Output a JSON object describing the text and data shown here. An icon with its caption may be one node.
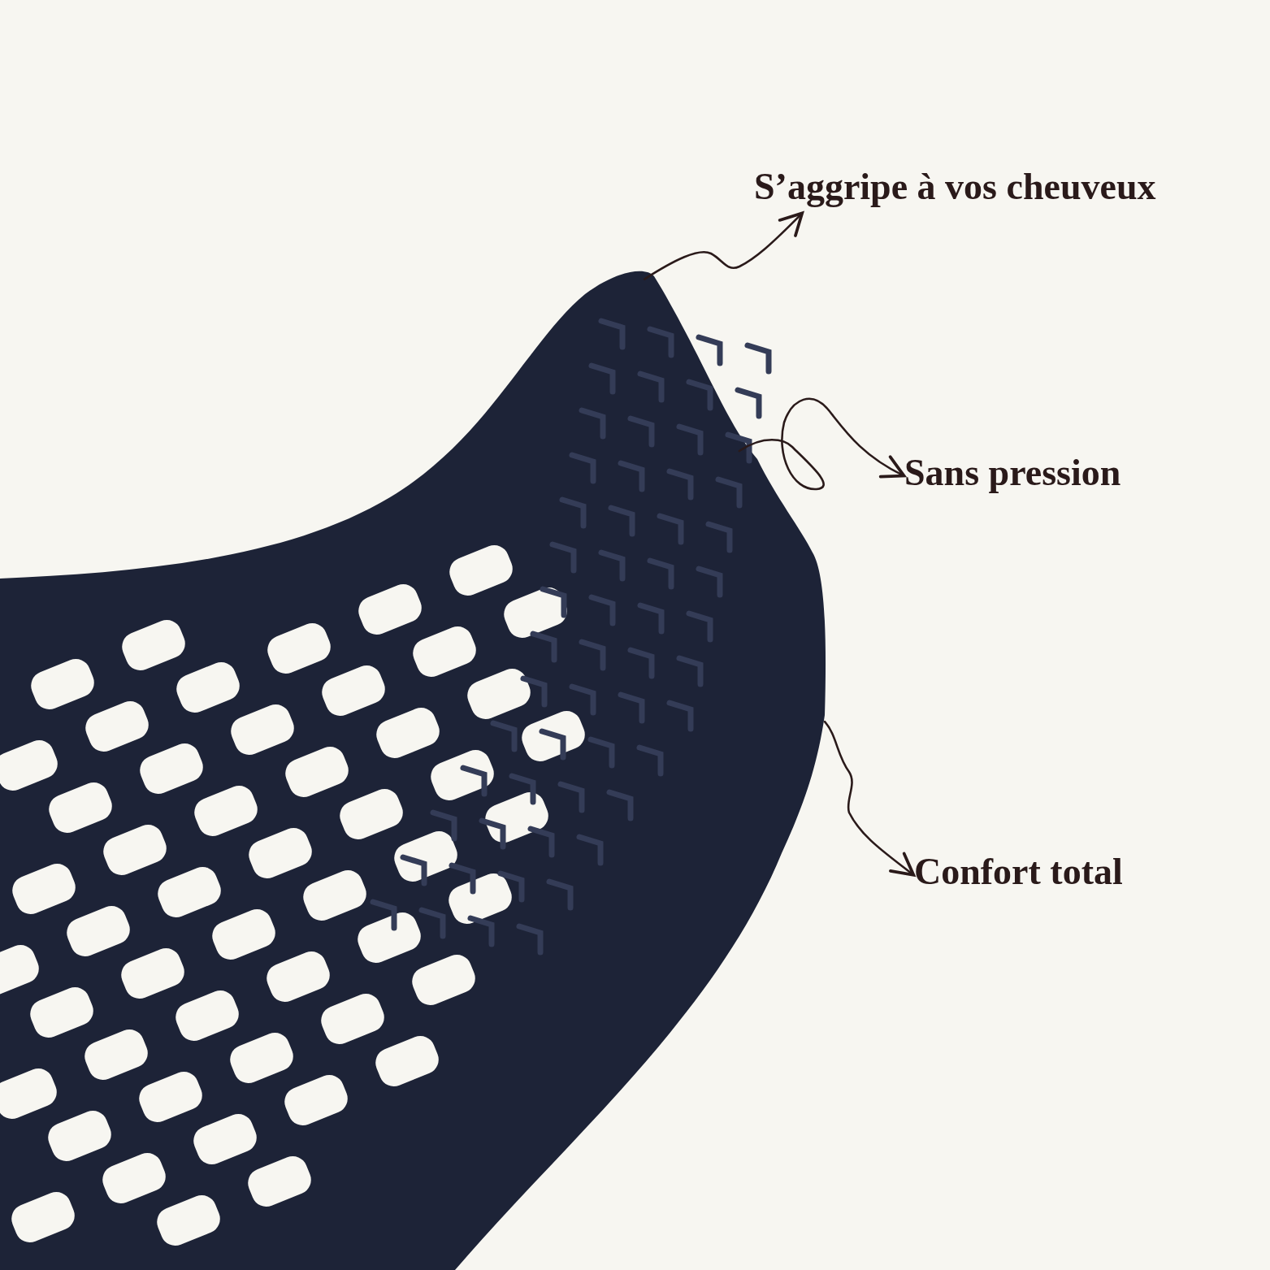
{
  "diagram": {
    "nodes": [
      {
        "text": [],
        "shape": "picture"
      },
      {
        "text": [
          "S’aggripe à vos cheuveux"
        ]
      },
      {
        "text": [
          "Sans pression"
        ]
      },
      {
        "text": [
          "Confort total"
        ]
      }
    ],
    "edges": [
      {
        "from": 0,
        "to": 1,
        "arrow": "to"
      },
      {
        "from": 0,
        "to": 2,
        "arrow": "to"
      },
      {
        "from": 0,
        "to": 3,
        "arrow": "to"
      }
    ]
  }
}
